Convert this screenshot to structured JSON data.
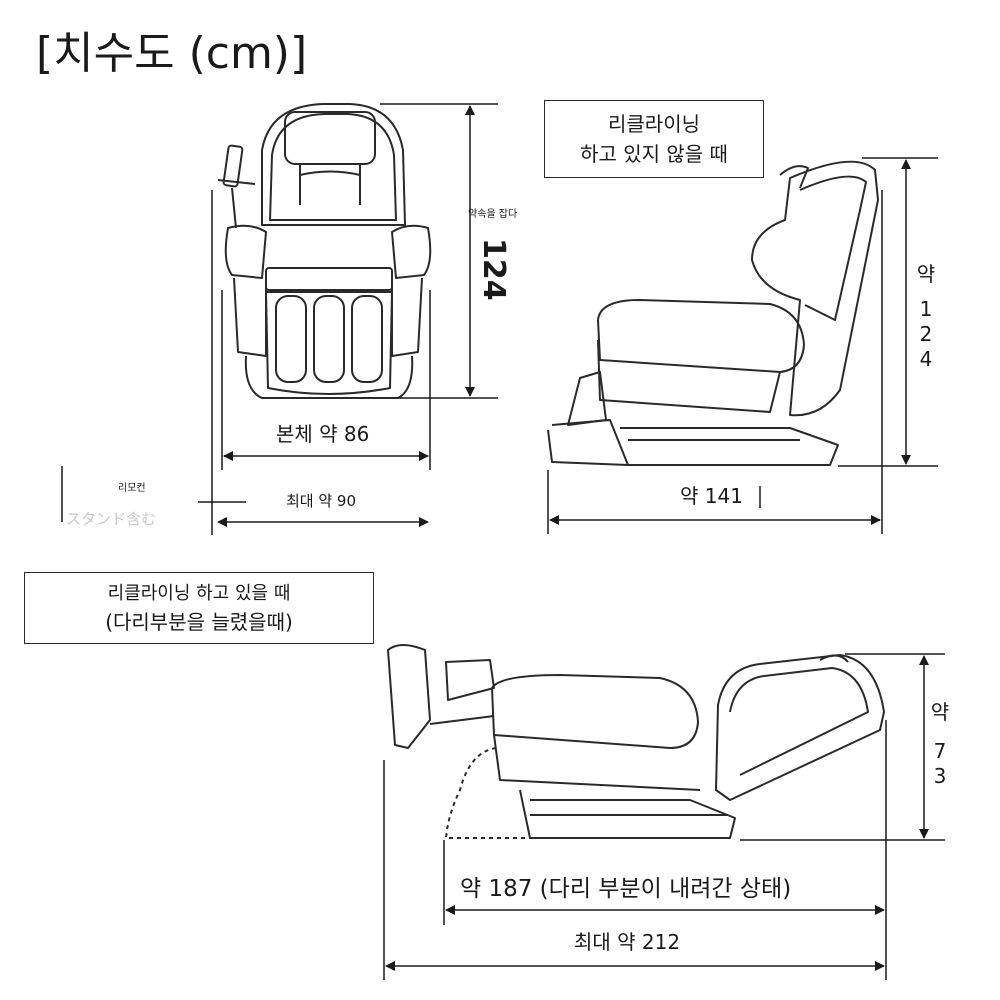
{
  "title": "[치수도 (cm)]",
  "front_view": {
    "height_label": "124",
    "height_note": "약속을 잡다",
    "body_width_label": "본체 약 86",
    "max_width_label": "최대 약 90",
    "remote_label": "리모컨",
    "remote_note": "スタンド含む"
  },
  "side_view": {
    "caption_line1": "리클라이닝",
    "caption_line2": "하고 있지 않을 때",
    "depth_label": "약 141",
    "height_prefix": "약",
    "height_digits": [
      "1",
      "2",
      "4"
    ]
  },
  "reclined_view": {
    "caption_line1": "리클라이닝 하고 있을 때",
    "caption_line2": "(다리부분을 늘렸을때)",
    "length_label": "약 187 (다리 부분이 내려간 상태)",
    "max_length_label": "최대 약 212",
    "height_prefix": "약",
    "height_digits": [
      "7",
      "3"
    ]
  },
  "colors": {
    "line": "#2a2a2a",
    "dim_line": "#1a1a1a",
    "ghost_text": "#c8c8c8"
  }
}
